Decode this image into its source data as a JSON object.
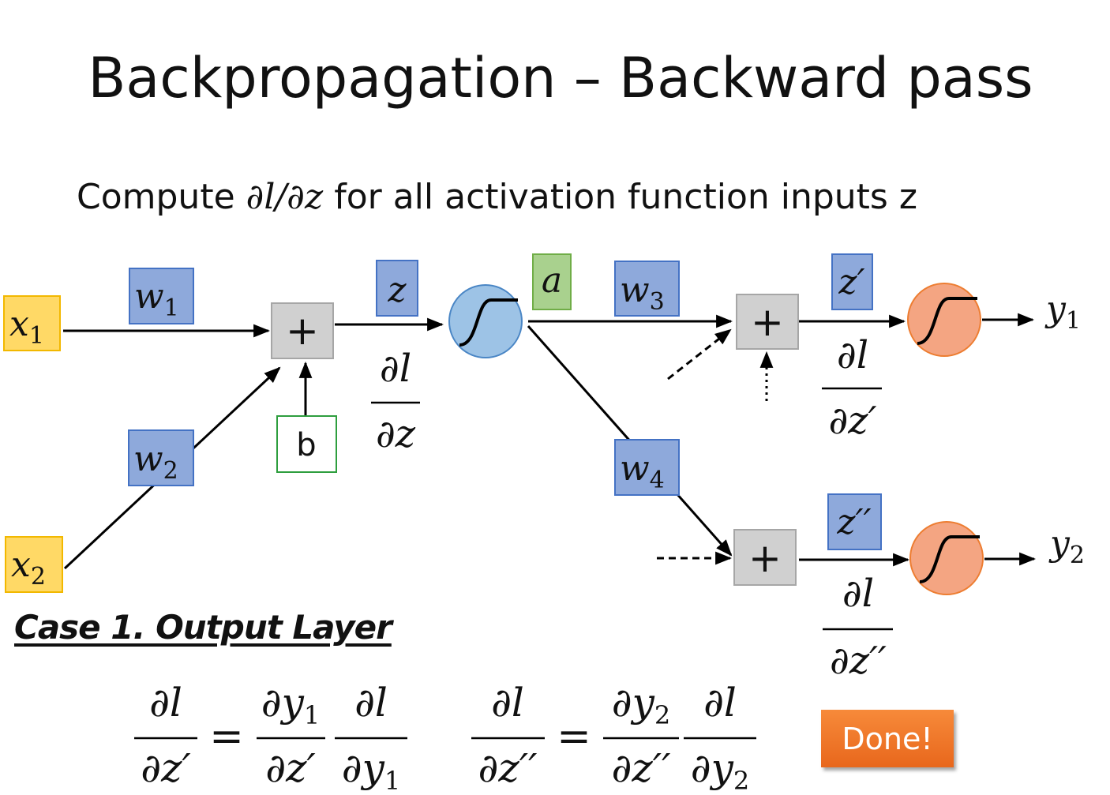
{
  "slide": {
    "title": "Backpropagation – Backward pass",
    "subtitle_before": "Compute ",
    "subtitle_math": "∂l/∂z",
    "subtitle_after": " for all activation function inputs z"
  },
  "diagram": {
    "inputs": [
      {
        "base": "x",
        "sub": "1"
      },
      {
        "base": "x",
        "sub": "2"
      }
    ],
    "weights": [
      {
        "base": "w",
        "sub": "1"
      },
      {
        "base": "w",
        "sub": "2"
      },
      {
        "base": "w",
        "sub": "3"
      },
      {
        "base": "w",
        "sub": "4"
      }
    ],
    "bias": "b",
    "plus_symbol": "+",
    "z_label": "z",
    "a_label": "a",
    "z_prime_label": "z′",
    "z_double_prime_label": "z′′",
    "outputs": [
      {
        "base": "y",
        "sub": "1"
      },
      {
        "base": "y",
        "sub": "2"
      }
    ],
    "grad_z": {
      "num": "∂l",
      "den": "∂z"
    },
    "grad_z_prime": {
      "num": "∂l",
      "den": "∂z′"
    },
    "grad_z_double_prime": {
      "num": "∂l",
      "den": "∂z′′"
    }
  },
  "case": {
    "heading": "Case 1. Output Layer",
    "eq1": {
      "lhs_num": "∂l",
      "lhs_den": "∂z′",
      "equals": "=",
      "f1_num_base": "∂y",
      "f1_num_sub": "1",
      "f1_den": "∂z′",
      "f2_num": "∂l",
      "f2_den_base": "∂y",
      "f2_den_sub": "1"
    },
    "eq2": {
      "lhs_num": "∂l",
      "lhs_den": "∂z′′",
      "equals": "=",
      "f1_num_base": "∂y",
      "f1_num_sub": "2",
      "f1_den": "∂z′′",
      "f2_num": "∂l",
      "f2_den_base": "∂y",
      "f2_den_sub": "2"
    }
  },
  "done_label": "Done!",
  "colors": {
    "input_fill": "#ffd966",
    "input_stroke": "#f2b800",
    "weight_fill": "#8ea9db",
    "weight_stroke": "#4472c4",
    "a_fill": "#a9d18e",
    "a_stroke": "#70ad47",
    "sum_fill": "#d0d0d0",
    "sum_stroke": "#a6a6a6",
    "bias_stroke": "#2e9e3e",
    "hidden_neuron_fill": "#9dc3e6",
    "hidden_neuron_stroke": "#4a86c5",
    "output_neuron_fill": "#f4a582",
    "output_neuron_stroke": "#ed7d31",
    "done_fill": "#ed7d31"
  }
}
